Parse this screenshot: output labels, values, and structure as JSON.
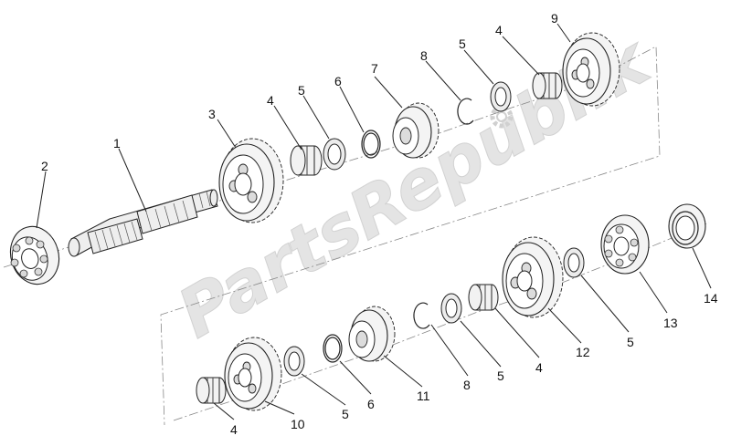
{
  "diagram": {
    "watermark_text": "PartsRepublik",
    "callouts": [
      {
        "id": "c2",
        "label": "2"
      },
      {
        "id": "c1",
        "label": "1"
      },
      {
        "id": "c3",
        "label": "3"
      },
      {
        "id": "c4a",
        "label": "4"
      },
      {
        "id": "c5a",
        "label": "5"
      },
      {
        "id": "c6a",
        "label": "6"
      },
      {
        "id": "c7",
        "label": "7"
      },
      {
        "id": "c8a",
        "label": "8"
      },
      {
        "id": "c5b",
        "label": "5"
      },
      {
        "id": "c4b",
        "label": "4"
      },
      {
        "id": "c9",
        "label": "9"
      },
      {
        "id": "c14",
        "label": "14"
      },
      {
        "id": "c13",
        "label": "13"
      },
      {
        "id": "c5c",
        "label": "5"
      },
      {
        "id": "c12",
        "label": "12"
      },
      {
        "id": "c4c",
        "label": "4"
      },
      {
        "id": "c5d",
        "label": "5"
      },
      {
        "id": "c8b",
        "label": "8"
      },
      {
        "id": "c11",
        "label": "11"
      },
      {
        "id": "c6b",
        "label": "6"
      },
      {
        "id": "c5e",
        "label": "5"
      },
      {
        "id": "c10",
        "label": "10"
      },
      {
        "id": "c4d",
        "label": "4"
      }
    ]
  }
}
